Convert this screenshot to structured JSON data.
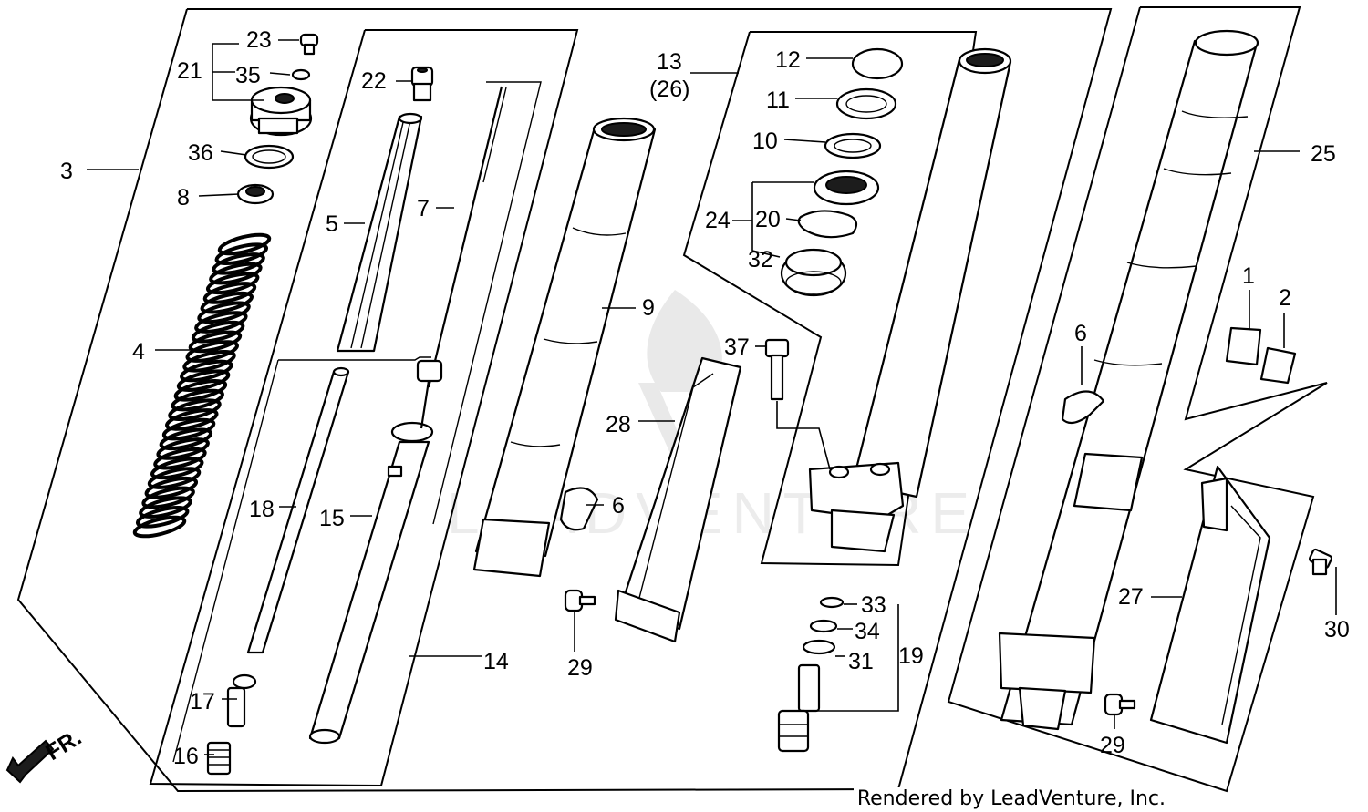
{
  "credit": "Rendered by LeadVenture, Inc.",
  "watermark_text": "LEADVENTURE",
  "callouts": [
    {
      "id": "c23",
      "text": "23"
    },
    {
      "id": "c21",
      "text": "21"
    },
    {
      "id": "c35",
      "text": "35"
    },
    {
      "id": "c36",
      "text": "36"
    },
    {
      "id": "c8",
      "text": "8"
    },
    {
      "id": "c3",
      "text": "3"
    },
    {
      "id": "c4",
      "text": "4"
    },
    {
      "id": "c22",
      "text": "22"
    },
    {
      "id": "c5",
      "text": "5"
    },
    {
      "id": "c7",
      "text": "7"
    },
    {
      "id": "c18",
      "text": "18"
    },
    {
      "id": "c15",
      "text": "15"
    },
    {
      "id": "c17",
      "text": "17"
    },
    {
      "id": "c16",
      "text": "16"
    },
    {
      "id": "c14",
      "text": "14"
    },
    {
      "id": "c9",
      "text": "9"
    },
    {
      "id": "c6a",
      "text": "6"
    },
    {
      "id": "c28",
      "text": "28"
    },
    {
      "id": "c29a",
      "text": "29"
    },
    {
      "id": "c13",
      "text": "13"
    },
    {
      "id": "c26",
      "text": "(26)"
    },
    {
      "id": "c12",
      "text": "12"
    },
    {
      "id": "c11",
      "text": "11"
    },
    {
      "id": "c10",
      "text": "10"
    },
    {
      "id": "c24",
      "text": "24"
    },
    {
      "id": "c20",
      "text": "20"
    },
    {
      "id": "c32",
      "text": "32"
    },
    {
      "id": "c37",
      "text": "37"
    },
    {
      "id": "c33",
      "text": "33"
    },
    {
      "id": "c34",
      "text": "34"
    },
    {
      "id": "c31",
      "text": "31"
    },
    {
      "id": "c19",
      "text": "19"
    },
    {
      "id": "c25",
      "text": "25"
    },
    {
      "id": "c1",
      "text": "1"
    },
    {
      "id": "c2",
      "text": "2"
    },
    {
      "id": "c6b",
      "text": "6"
    },
    {
      "id": "c27",
      "text": "27"
    },
    {
      "id": "c30",
      "text": "30"
    },
    {
      "id": "c29b",
      "text": "29"
    }
  ],
  "fr_label": "FR.",
  "icons": {
    "front_arrow": "front-direction-arrow-icon",
    "watermark": "leadventure-logo-watermark"
  }
}
